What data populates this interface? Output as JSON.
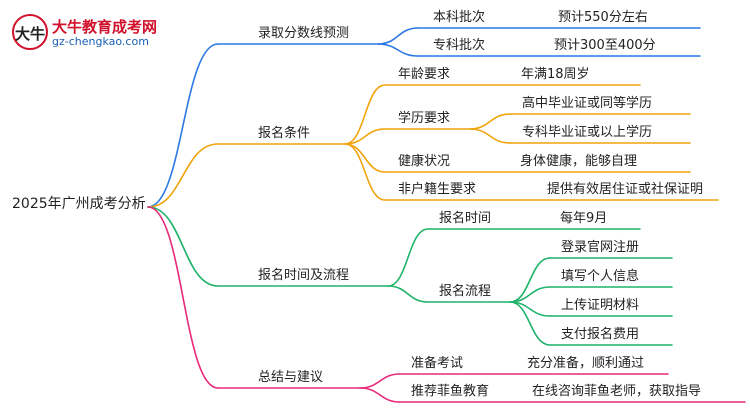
{
  "logo": {
    "badge_text": "大牛",
    "site_name": "大牛教育成考网",
    "url": "gz-chengkao.com"
  },
  "mindmap": {
    "root": "2025年广州成考分析",
    "branches": [
      {
        "label": "录取分数线预测",
        "color": "#2b78e4",
        "children": [
          {
            "label": "本科批次",
            "children": [
              {
                "label": "预计550分左右"
              }
            ]
          },
          {
            "label": "专科批次",
            "children": [
              {
                "label": "预计300至400分"
              }
            ]
          }
        ]
      },
      {
        "label": "报名条件",
        "color": "#f0a30a",
        "children": [
          {
            "label": "年龄要求",
            "children": [
              {
                "label": "年满18周岁"
              }
            ]
          },
          {
            "label": "学历要求",
            "children": [
              {
                "label": "高中毕业证或同等学历"
              },
              {
                "label": "专科毕业证或以上学历"
              }
            ]
          },
          {
            "label": "健康状况",
            "children": [
              {
                "label": "身体健康，能够自理"
              }
            ]
          },
          {
            "label": "非户籍生要求",
            "children": [
              {
                "label": "提供有效居住证或社保证明"
              }
            ]
          }
        ]
      },
      {
        "label": "报名时间及流程",
        "color": "#1fb36a",
        "children": [
          {
            "label": "报名时间",
            "children": [
              {
                "label": "每年9月"
              }
            ]
          },
          {
            "label": "报名流程",
            "children": [
              {
                "label": "登录官网注册"
              },
              {
                "label": "填写个人信息"
              },
              {
                "label": "上传证明材料"
              },
              {
                "label": "支付报名费用"
              }
            ]
          }
        ]
      },
      {
        "label": "总结与建议",
        "color": "#e8287a",
        "children": [
          {
            "label": "准备考试",
            "children": [
              {
                "label": "充分准备，顺利通过"
              }
            ]
          },
          {
            "label": "推荐菲鱼教育",
            "children": [
              {
                "label": "在线咨询菲鱼老师，获取指导"
              }
            ]
          }
        ]
      }
    ]
  }
}
